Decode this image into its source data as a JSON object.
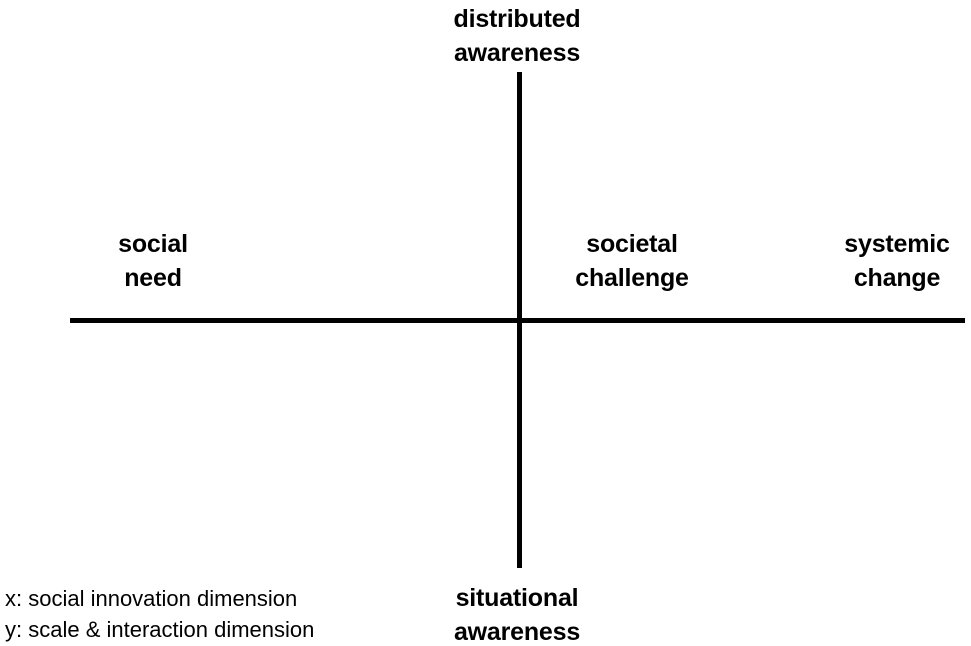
{
  "diagram": {
    "type": "two-axis-quadrant-framework",
    "background_color": "#ffffff",
    "line_color": "#000000",
    "axes": {
      "y_axis": {
        "top_label_line1": "distributed",
        "top_label_line2": "awareness",
        "bottom_label_line1": "situational",
        "bottom_label_line2": "awareness"
      },
      "x_axis": {
        "stages": [
          {
            "line1": "social",
            "line2": "need"
          },
          {
            "line1": "societal",
            "line2": "challenge"
          },
          {
            "line1": "systemic",
            "line2": "change"
          }
        ]
      }
    },
    "legend": {
      "x_dimension": "x: social innovation dimension",
      "y_dimension": "y: scale & interaction dimension"
    }
  }
}
